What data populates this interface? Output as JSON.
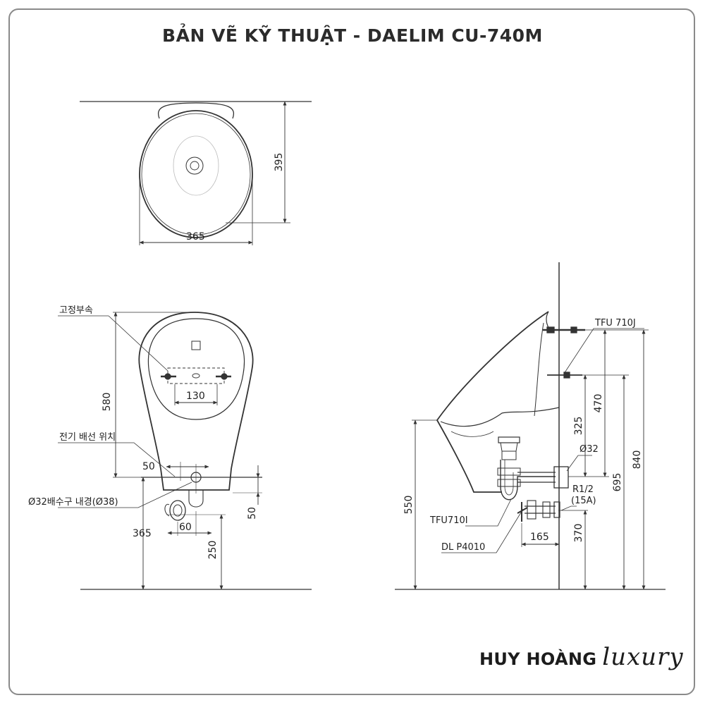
{
  "title": "BẢN VẼ KỸ THUẬT - DAELIM CU-740M",
  "brand": {
    "name": "HUY HOÀNG",
    "script": "luxury"
  },
  "top_view": {
    "dim_width": "365",
    "dim_depth": "395"
  },
  "front_view": {
    "label_fixing": "고정부속",
    "label_electric": "전기 배선 위치",
    "label_drain": "Ø32배수구 내경(Ø38)",
    "dim_height": "580",
    "dim_bolt_spacing": "130",
    "dim_electric_offset": "50",
    "dim_drain_offset": "60",
    "dim_floor": "365",
    "dim_trap": "250",
    "dim_lip": "50"
  },
  "side_view": {
    "label_upper_bracket": "TFU 710J",
    "label_lower_bracket": "TFU710I",
    "label_drain_pipe": "Ø32",
    "label_water_line": "R1/2",
    "label_water_size": "(15A)",
    "label_valve": "DL P4010",
    "dim_total": "840",
    "dim_inlet": "695",
    "dim_bracket_gap": "470",
    "dim_upper": "325",
    "dim_lip_height": "550",
    "dim_valve_height": "370",
    "dim_projection": "165"
  }
}
